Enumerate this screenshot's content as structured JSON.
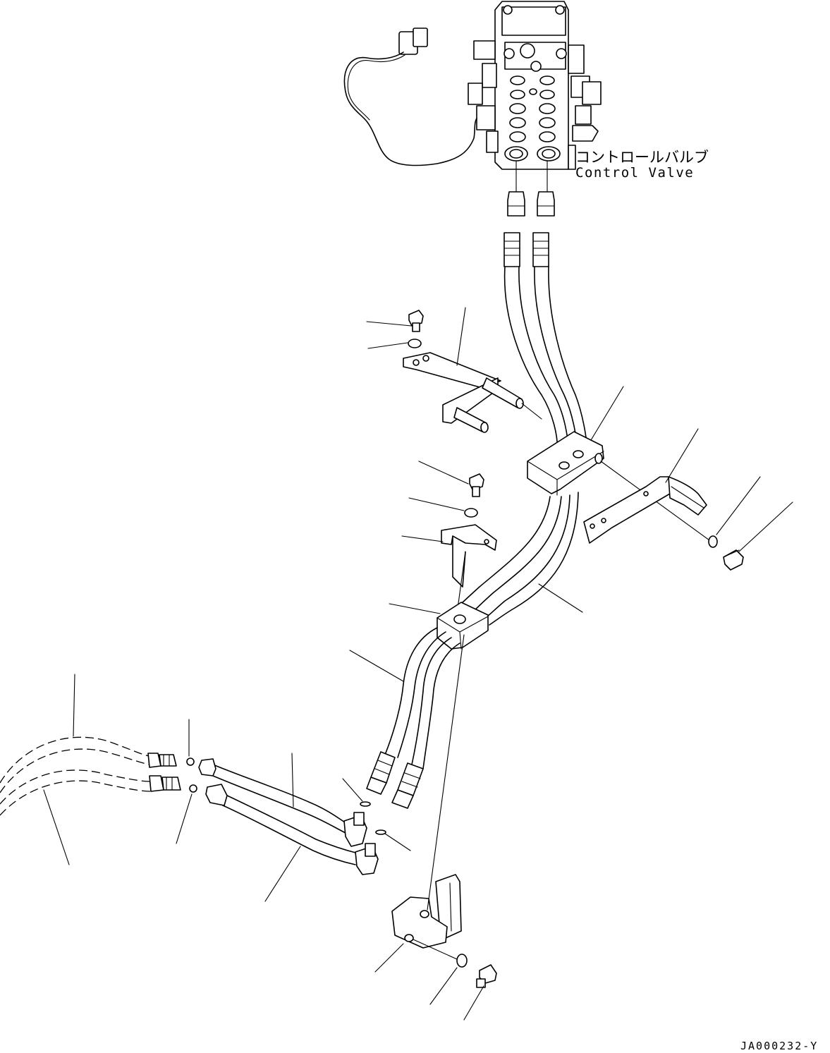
{
  "labels": {
    "control_valve_ja": "コントロールバルブ",
    "control_valve_en": "Control Valve",
    "drawing_code": "JA000232-Y"
  }
}
